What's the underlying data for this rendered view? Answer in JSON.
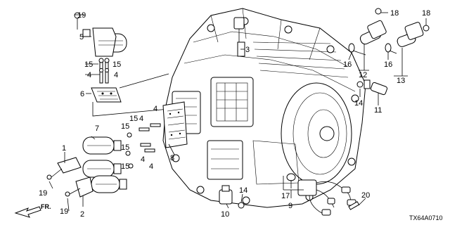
{
  "diagram": {
    "code": "TX64A0710",
    "direction_label": "FR.",
    "callouts": {
      "c1": "1",
      "c2": "2",
      "c3": "3",
      "c4a": "4",
      "c4b": "4",
      "c4c": "4",
      "c4d": "4",
      "c4e": "4",
      "c4f": "4",
      "c5": "5",
      "c6": "6",
      "c7": "7",
      "c8": "8",
      "c9": "9",
      "c10": "10",
      "c11": "11",
      "c12": "12",
      "c13": "13",
      "c14a": "14",
      "c14b": "14",
      "c15a": "15",
      "c15b": "15",
      "c15c": "15",
      "c15d": "15",
      "c15e": "15",
      "c15f": "15",
      "c16a": "16",
      "c16b": "16",
      "c17": "17",
      "c18a": "18",
      "c18b": "18",
      "c19a": "19",
      "c19b": "19",
      "c19c": "19",
      "c20": "20"
    }
  }
}
